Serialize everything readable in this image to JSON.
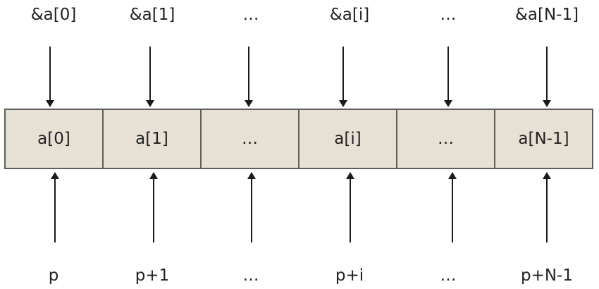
{
  "address_labels": [
    "&a[0]",
    "&a[1]",
    "…",
    "&a[i]",
    "…",
    "&a[N-1]"
  ],
  "cells": [
    "a[0]",
    "a[1]",
    "…",
    "a[i]",
    "…",
    "a[N-1]"
  ],
  "pointer_labels": [
    "p",
    "p+1",
    "…",
    "p+i",
    "…",
    "p+N-1"
  ],
  "colors": {
    "cell_fill": "#e7e1d5",
    "cell_border": "#5e5e5e",
    "arrow": "#1a1a1a",
    "text": "#222222"
  }
}
